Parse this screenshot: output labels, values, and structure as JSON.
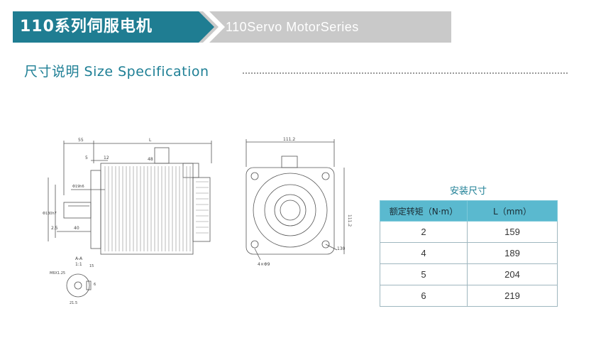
{
  "header": {
    "title": "110系列伺服电机",
    "subtitle": "110Servo MotorSeries"
  },
  "section": {
    "title": "尺寸说明 Size Specification"
  },
  "colors": {
    "banner_dark": "#1f7d92",
    "banner_light": "#c9c9c9",
    "accent_text": "#1e7f95",
    "table_header": "#5ab9cf"
  },
  "drawing_labels": {
    "side": {
      "dim_55": "55",
      "dim_L": "L",
      "dim_5": "5",
      "dim_12": "12",
      "dim_48": "48",
      "dim_shaft": "Φ19h6",
      "dim_flange": "Φ130h7",
      "dim_25": "2.5",
      "dim_40": "40",
      "section_label": "A-A",
      "section_scale": "1:1",
      "thread": "M6X1.25",
      "key_6": "6",
      "key_215": "21.5",
      "key_15": "15"
    },
    "front": {
      "dim_top": "111.2",
      "dim_right": "111.2",
      "dim_130": "130",
      "dim_holes": "4×Φ9"
    }
  },
  "table": {
    "title": "安装尺寸",
    "headers": [
      "额定转矩（N·m）",
      "L（mm）"
    ],
    "rows": [
      [
        "2",
        "159"
      ],
      [
        "4",
        "189"
      ],
      [
        "5",
        "204"
      ],
      [
        "6",
        "219"
      ]
    ]
  }
}
